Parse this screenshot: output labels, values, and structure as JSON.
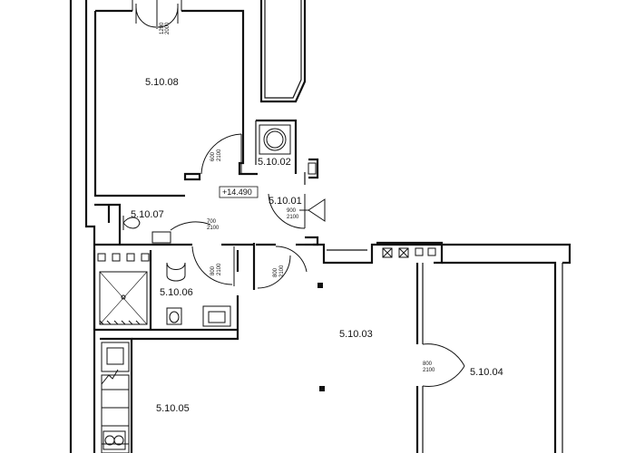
{
  "rooms": {
    "r_5_10_08": "5.10.08",
    "r_5_10_02": "5.10.02",
    "r_5_10_01": "5.10.01",
    "r_5_10_07": "5.10.07",
    "r_5_10_06": "5.10.06",
    "r_5_10_03": "5.10.03",
    "r_5_10_04": "5.10.04",
    "r_5_10_05": "5.10.05"
  },
  "elevation": "+14.490",
  "doors": {
    "d_top_w": "1200",
    "d_top_h": "2000",
    "d_08_w": "600",
    "d_08_h": "2100",
    "d_01_w": "900",
    "d_01_h": "2100",
    "d_07_w": "700",
    "d_07_h": "2100",
    "d_06_w": "800",
    "d_06_h": "2100",
    "d_03_w": "800",
    "d_03_h": "2100",
    "d_04_w": "800",
    "d_04_h": "2100"
  }
}
